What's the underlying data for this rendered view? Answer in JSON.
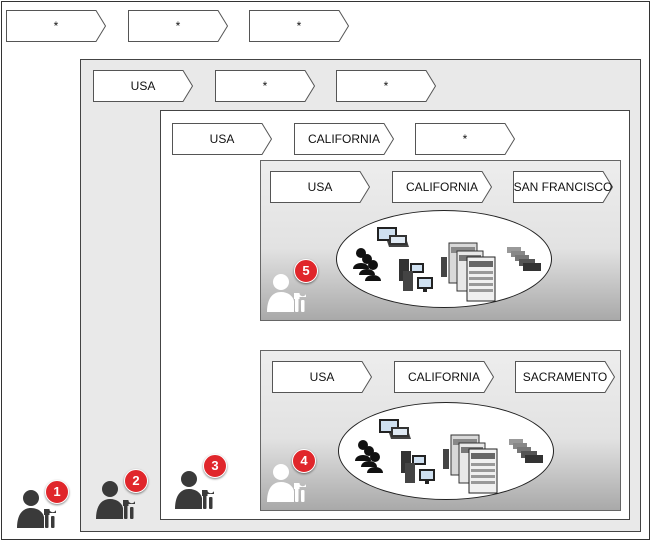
{
  "level0": {
    "tags": [
      "*",
      "*",
      "*"
    ],
    "badge": "1"
  },
  "level1": {
    "tags": [
      "USA",
      "*",
      "*"
    ],
    "badge": "2"
  },
  "level2": {
    "tags": [
      "USA",
      "CALIFORNIA",
      "*"
    ],
    "badge": "3"
  },
  "city_sf": {
    "tags": [
      "USA",
      "CALIFORNIA",
      "SAN FRANCISCO"
    ],
    "badge": "5"
  },
  "city_sac": {
    "tags": [
      "USA",
      "CALIFORNIA",
      "SACRAMENTO"
    ],
    "badge": "4"
  },
  "icons": {
    "admin": "admin-person-wrench-icon",
    "users": "user-group-icon",
    "devices": [
      "computer-icon",
      "printer-icon",
      "multifunction-printer-icon",
      "printer-fleet-icon"
    ]
  },
  "colors": {
    "badge": "#e0262b",
    "admin_dark": "#3a3a3a",
    "admin_light": "#ffffff",
    "region_bg": "#e9e9e9"
  }
}
